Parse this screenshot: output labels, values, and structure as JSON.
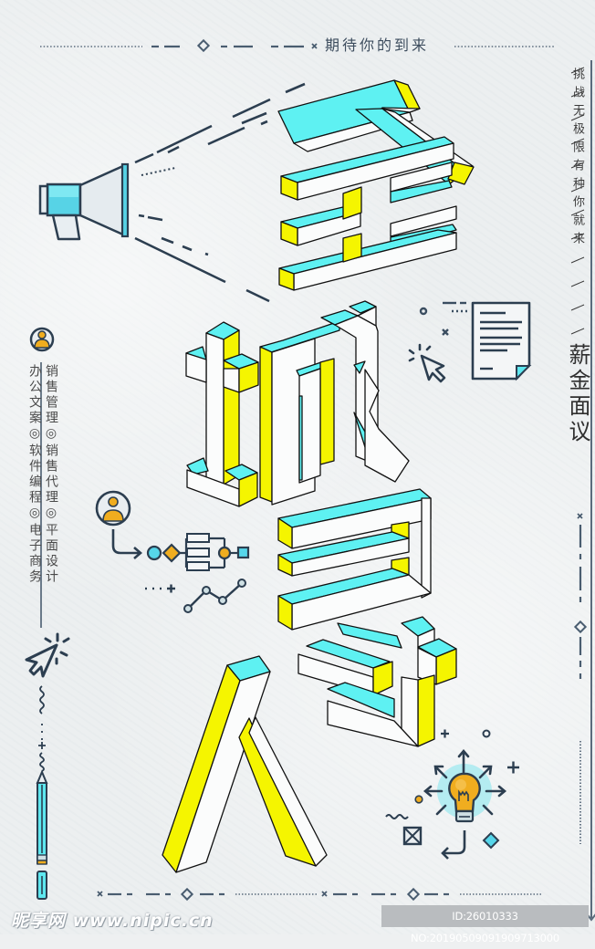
{
  "poster": {
    "headline_chars": [
      "全",
      "城",
      "寻",
      "人"
    ],
    "top_slogan": "期待你的到来",
    "tagline_vertical": "挑战无极限有种你就来",
    "salary_text": "薪金面议",
    "jobs_column_left": "办公文案◎软件编程◎电子商务",
    "jobs_column_right": "销售管理◎销售代理◎平面设计",
    "jobs": [
      "办公文案",
      "软件编程",
      "电子商务",
      "销售管理",
      "销售代理",
      "平面设计"
    ]
  },
  "icons": {
    "megaphone": "megaphone-icon",
    "document": "document-icon",
    "cursor_top": "cursor-click-icon",
    "cursor_left": "cursor-click-icon",
    "user_top": "user-avatar-icon",
    "user_flow": "user-avatar-icon",
    "flowchart": "flowchart-icon",
    "line_graph": "line-graph-icon",
    "lightbulb": "lightbulb-icon",
    "pencil": "pencil-icon",
    "arrow_down": "arrow-down-icon"
  },
  "colors": {
    "cyan": "#5ef1f2",
    "yellow": "#f5f500",
    "navy": "#2c3e50",
    "line": "#4a5d70",
    "orange": "#f0ad1f",
    "paper": "#eceff0"
  },
  "watermark": {
    "site_logo": "昵享网 www.nipic.cn",
    "id_text": "ID:26010333 NO:20190509091909713000"
  }
}
